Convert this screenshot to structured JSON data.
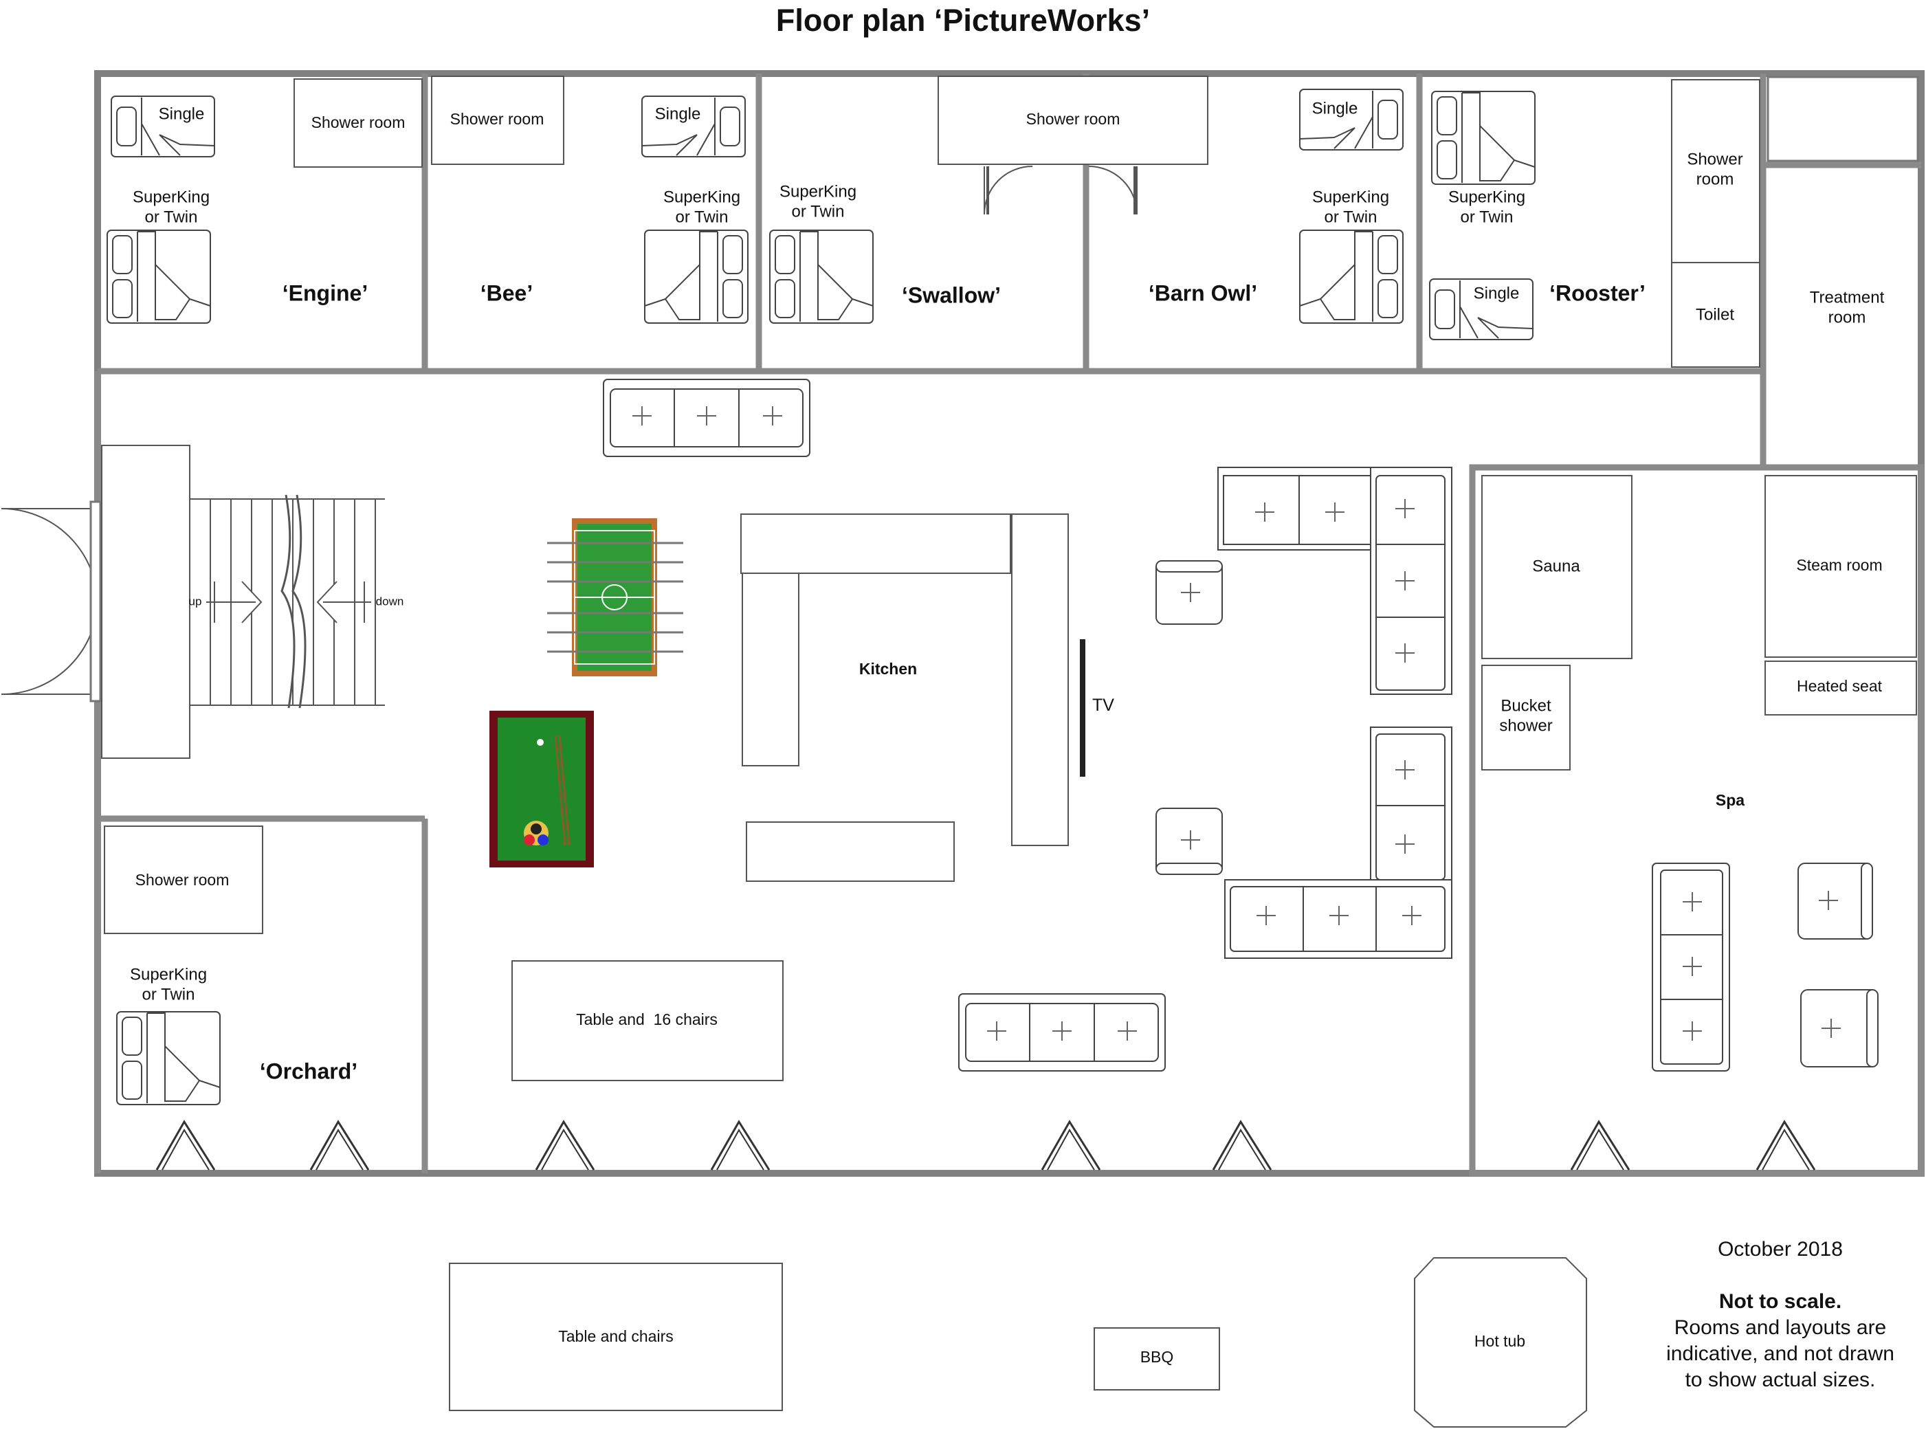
{
  "title": "Floor plan ‘PictureWorks’",
  "rooms": {
    "engine": {
      "name": "‘Engine’",
      "single": "Single",
      "shower": "Shower room",
      "king": "SuperKing\nor Twin"
    },
    "bee": {
      "name": "‘Bee’",
      "single": "Single",
      "shower": "Shower room",
      "king": "SuperKing\nor Twin"
    },
    "swallow": {
      "name": "‘Swallow’",
      "shower": "Shower room",
      "king": "SuperKing\nor Twin"
    },
    "barn_owl": {
      "name": "‘Barn Owl’",
      "single": "Single",
      "king": "SuperKing\nor Twin"
    },
    "rooster": {
      "name": "‘Rooster’",
      "single": "Single",
      "shower": "Shower\nroom",
      "toilet": "Toilet",
      "king": "SuperKing\nor Twin"
    },
    "treatment": {
      "name": "Treatment\nroom"
    },
    "orchard": {
      "name": "‘Orchard’",
      "shower": "Shower room",
      "king": "SuperKing\nor Twin"
    }
  },
  "living": {
    "kitchen": "Kitchen",
    "tv": "TV",
    "table": "Table and  16 chairs",
    "stairs_up": "up",
    "stairs_down": "down"
  },
  "spa": {
    "name": "Spa",
    "sauna": "Sauna",
    "steam": "Steam room",
    "heated_seat": "Heated seat",
    "bucket_shower": "Bucket\nshower"
  },
  "outside": {
    "table": "Table and chairs",
    "bbq": "BBQ",
    "hot_tub": "Hot tub"
  },
  "note": {
    "date": "October 2018",
    "scale": "Not to scale.",
    "text": "Rooms and layouts are\nindicative, and not drawn\nto show actual sizes."
  }
}
